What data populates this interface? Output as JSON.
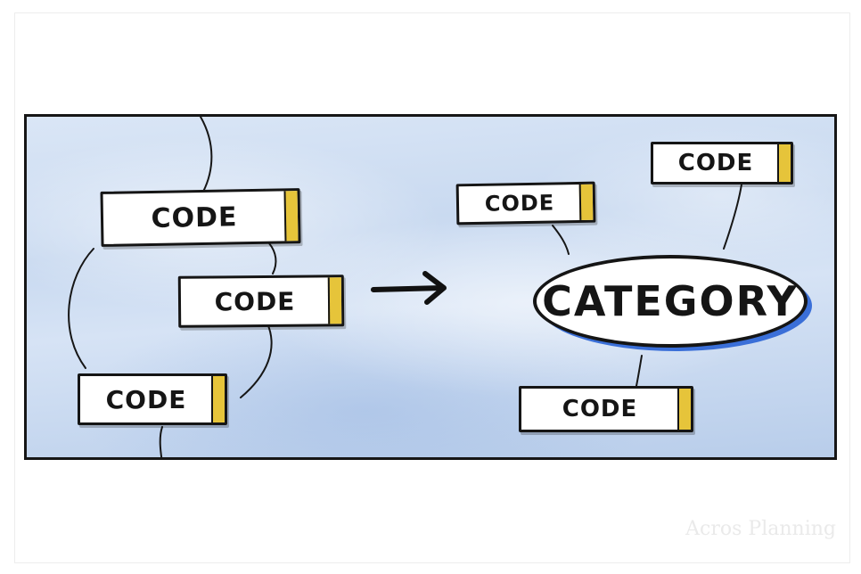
{
  "diagram": {
    "left_codes": [
      "CODE",
      "CODE",
      "CODE"
    ],
    "right_codes": [
      "CODE",
      "CODE",
      "CODE"
    ],
    "category_label": "CATEGORY"
  },
  "watermark": "Acros Planning",
  "colors": {
    "tab_yellow": "#e6c43a",
    "category_shadow_blue": "#3a6fd8",
    "panel_blue": "#c8d9f0",
    "ink": "#151515"
  }
}
